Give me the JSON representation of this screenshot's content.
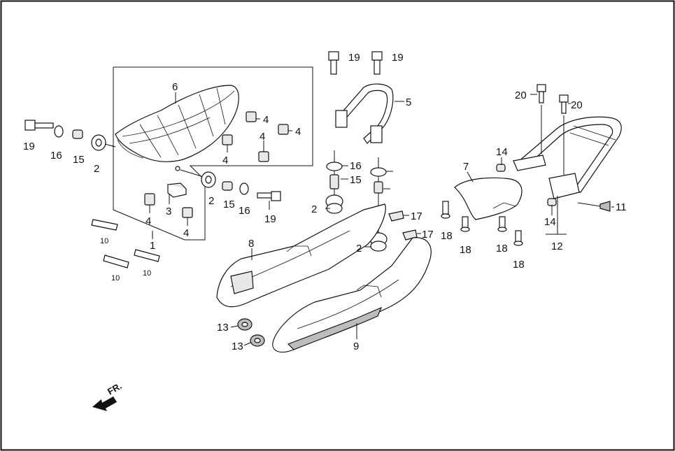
{
  "diagram": {
    "callouts": [
      {
        "id": "c1",
        "text": "1"
      },
      {
        "id": "c2a",
        "text": "2"
      },
      {
        "id": "c2b",
        "text": "2"
      },
      {
        "id": "c2c",
        "text": "2"
      },
      {
        "id": "c2d",
        "text": "2"
      },
      {
        "id": "c3",
        "text": "3"
      },
      {
        "id": "c4a",
        "text": "4"
      },
      {
        "id": "c4b",
        "text": "4"
      },
      {
        "id": "c4c",
        "text": "4"
      },
      {
        "id": "c4d",
        "text": "4"
      },
      {
        "id": "c4e",
        "text": "4"
      },
      {
        "id": "c4f",
        "text": "4"
      },
      {
        "id": "c5",
        "text": "5"
      },
      {
        "id": "c6",
        "text": "6"
      },
      {
        "id": "c7",
        "text": "7"
      },
      {
        "id": "c8",
        "text": "8"
      },
      {
        "id": "c9",
        "text": "9"
      },
      {
        "id": "c10a",
        "text": "10"
      },
      {
        "id": "c10b",
        "text": "10"
      },
      {
        "id": "c10c",
        "text": "10"
      },
      {
        "id": "c11",
        "text": "11"
      },
      {
        "id": "c12",
        "text": "12"
      },
      {
        "id": "c13a",
        "text": "13"
      },
      {
        "id": "c13b",
        "text": "13"
      },
      {
        "id": "c14a",
        "text": "14"
      },
      {
        "id": "c14b",
        "text": "14"
      },
      {
        "id": "c15a",
        "text": "15"
      },
      {
        "id": "c15b",
        "text": "15"
      },
      {
        "id": "c15c",
        "text": "15"
      },
      {
        "id": "c16a",
        "text": "16"
      },
      {
        "id": "c16b",
        "text": "16"
      },
      {
        "id": "c16c",
        "text": "16"
      },
      {
        "id": "c17a",
        "text": "17"
      },
      {
        "id": "c17b",
        "text": "17"
      },
      {
        "id": "c18a",
        "text": "18"
      },
      {
        "id": "c18b",
        "text": "18"
      },
      {
        "id": "c18c",
        "text": "18"
      },
      {
        "id": "c18d",
        "text": "18"
      },
      {
        "id": "c19a",
        "text": "19"
      },
      {
        "id": "c19b",
        "text": "19"
      },
      {
        "id": "c19c",
        "text": "19"
      },
      {
        "id": "c19d",
        "text": "19"
      },
      {
        "id": "c20a",
        "text": "20"
      },
      {
        "id": "c20b",
        "text": "20"
      }
    ],
    "direction_label": "FR."
  }
}
